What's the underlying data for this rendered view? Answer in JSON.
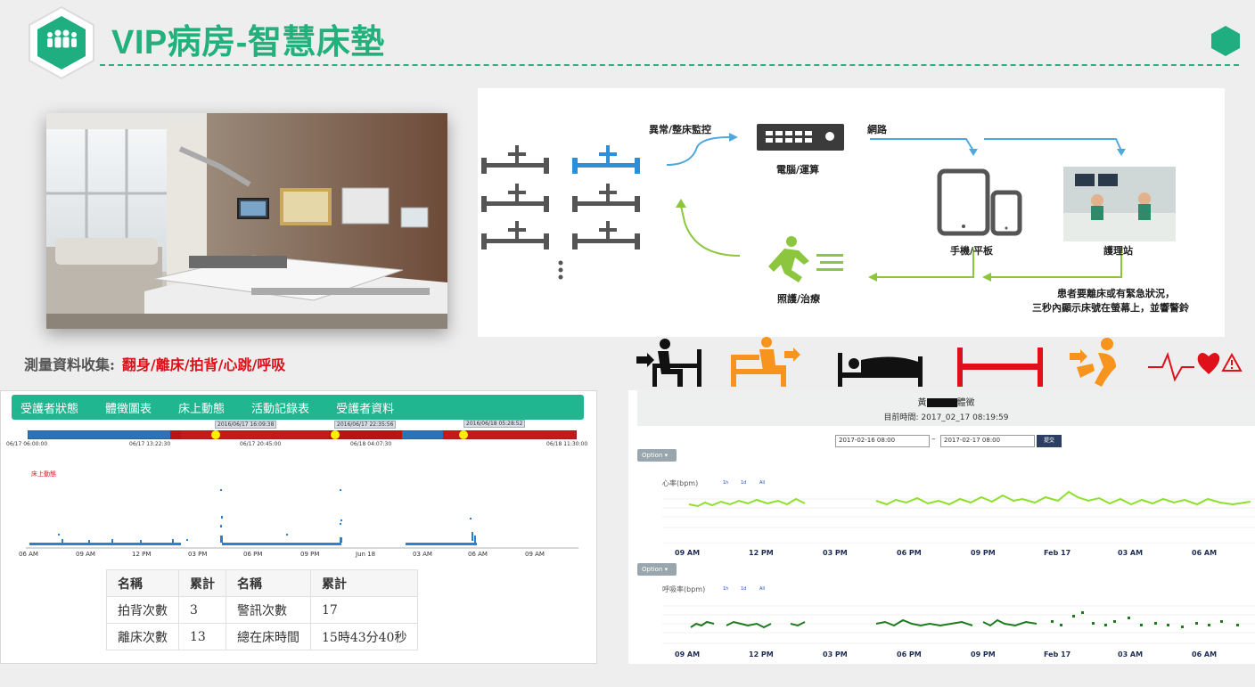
{
  "header": {
    "title": "VIP病房-智慧床墊"
  },
  "measurement": {
    "label": "測量資料收集:",
    "items": "翻身/離床/拍背/心跳/呼吸"
  },
  "flow": {
    "abnormal_monitor": "異常/整床監控",
    "computer": "電腦/運算",
    "network": "網路",
    "mobile": "手機/平板",
    "nurse_station": "護理站",
    "care": "照護/治療",
    "alert_line1": "患者要離床或有緊急狀況，",
    "alert_line2": "三秒內顯示床號在螢幕上，並響警鈴"
  },
  "monitor": {
    "tabs": [
      "受護者狀態",
      "體徵圖表",
      "床上動態",
      "活動記錄表",
      "受護者資料"
    ],
    "timeline_labels": [
      "06/17 06:00:00",
      "06/17 13:22:30",
      "06/17 20:45:00",
      "06/18 04:07:30",
      "06/18 11:30:00"
    ],
    "timeline_callouts": [
      "2016/06/17 16:09:38",
      "2016/06/17 22:35:56",
      "2016/06/18 05:28:52"
    ],
    "chart_label": "床上動態",
    "axis_ticks": [
      "06 AM",
      "09 AM",
      "12 PM",
      "03 PM",
      "06 PM",
      "09 PM",
      "Jun 18",
      "03 AM",
      "06 AM",
      "09 AM"
    ],
    "table": {
      "headers": [
        "名稱",
        "累計",
        "名稱",
        "累計"
      ],
      "rows": [
        [
          "拍背次數",
          "3",
          "警訊次數",
          "17"
        ],
        [
          "離床次數",
          "13",
          "總在床時間",
          "15時43分40秒"
        ]
      ]
    }
  },
  "vitals": {
    "name_prefix": "黃",
    "name_suffix": "體徵",
    "current_time": "目前時間: 2017_02_17 08:19:59",
    "date_from": "2017-02-16 08:00",
    "date_sep": "–",
    "date_to": "2017-02-17 08:00",
    "submit": "提交",
    "option": "Option ▾",
    "heart_title": "心率(bpm)",
    "breath_title": "呼吸率(bpm)",
    "ranges": [
      "1h",
      "1d",
      "All"
    ],
    "axis_ticks": [
      "09 AM",
      "12 PM",
      "03 PM",
      "06 PM",
      "09 PM",
      "Feb 17",
      "03 AM",
      "06 AM"
    ]
  },
  "colors": {
    "accent": "#22b07d",
    "tab_bar": "#1fb690",
    "alert_red": "#e0101a",
    "icon_orange": "#f7941d",
    "heart_line": "#8ee02a",
    "breath_line": "#1e7a1e",
    "flow_blue": "#4fa8dd",
    "flow_green": "#8cc63f"
  },
  "icons": [
    "people-icon",
    "bed-icon",
    "computer-icon",
    "mobile-icon",
    "running-person-icon",
    "sitting-person-icon",
    "turning-person-icon",
    "lying-person-icon",
    "bed-exit-icon",
    "back-pat-icon",
    "heartbeat-alert-icon"
  ]
}
